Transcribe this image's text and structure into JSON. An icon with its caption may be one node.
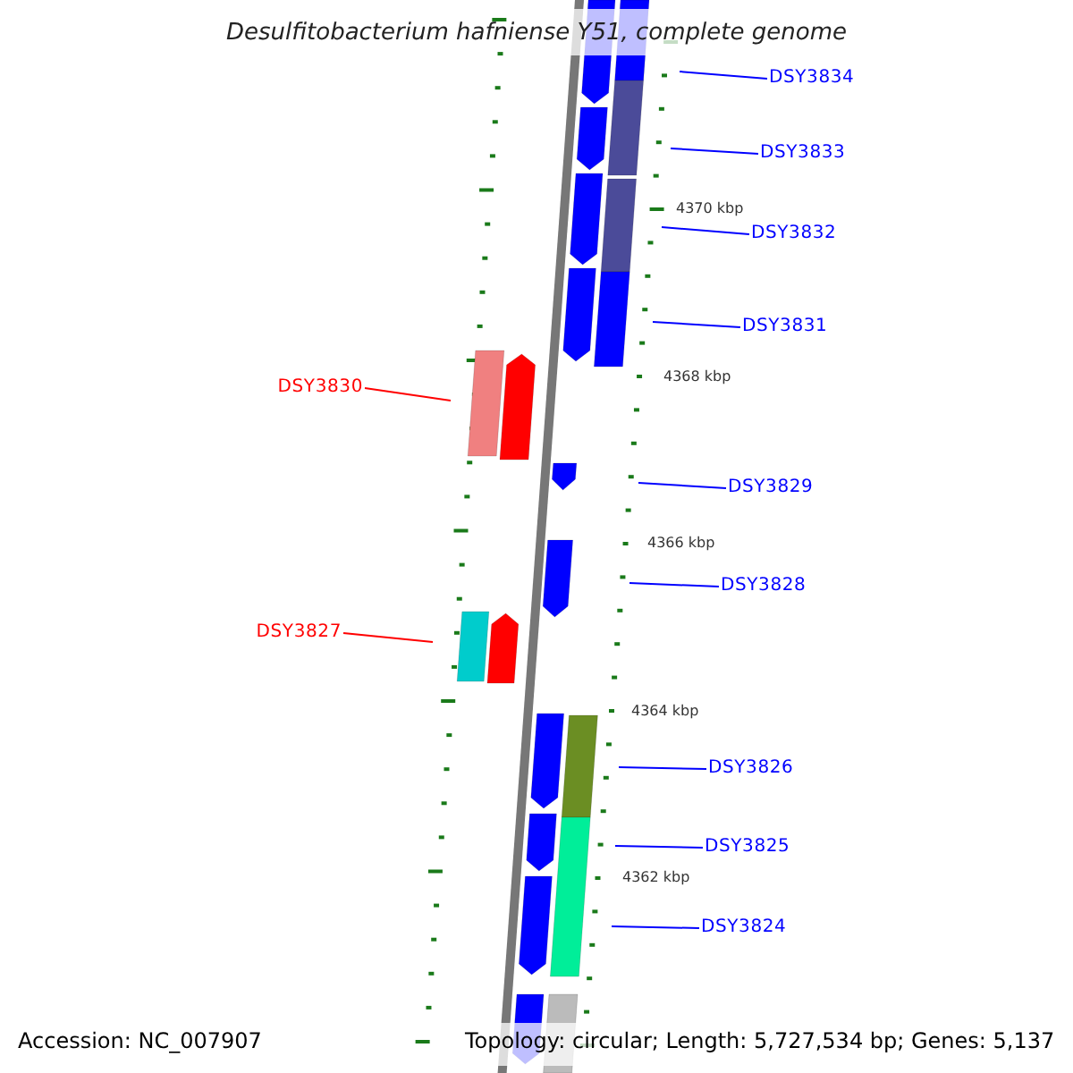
{
  "diagram": {
    "title": "Desulfitobacterium hafniense Y51, complete genome",
    "nodes": [
      {
        "text": [
          "DSY3834"
        ]
      },
      {
        "text": [
          "DSY3833"
        ]
      },
      {
        "text": [
          "DSY3832"
        ]
      },
      {
        "text": [
          "DSY3831"
        ]
      },
      {
        "text": [
          "DSY3830"
        ]
      },
      {
        "text": [
          "DSY3829"
        ]
      },
      {
        "text": [
          "DSY3828"
        ]
      },
      {
        "text": [
          "DSY3827"
        ]
      },
      {
        "text": [
          "DSY3826"
        ]
      },
      {
        "text": [
          "DSY3825"
        ]
      },
      {
        "text": [
          "DSY3824"
        ]
      }
    ],
    "edges": [
      {
        "from": 0,
        "to": null,
        "arrow": "none"
      },
      {
        "from": 1,
        "to": null,
        "arrow": "none"
      },
      {
        "from": 2,
        "to": null,
        "arrow": "none"
      },
      {
        "from": 3,
        "to": null,
        "arrow": "none"
      },
      {
        "from": 4,
        "to": null,
        "arrow": "none",
        "color": "#ff0000"
      },
      {
        "from": 5,
        "to": null,
        "arrow": "none"
      },
      {
        "from": 6,
        "to": null,
        "arrow": "none"
      },
      {
        "from": 7,
        "to": null,
        "arrow": "none",
        "color": "#ff0000"
      },
      {
        "from": 8,
        "to": null,
        "arrow": "none"
      },
      {
        "from": 9,
        "to": null,
        "arrow": "none"
      },
      {
        "from": 10,
        "to": null,
        "arrow": "none"
      }
    ],
    "labels": [
      "4370 kbp",
      "4368 kbp",
      "4366 kbp",
      "4364 kbp",
      "4362 kbp",
      "Accession: NC_007907",
      "Topology: circular; Length: 5,727,534 bp; Genes: 5,137"
    ]
  }
}
